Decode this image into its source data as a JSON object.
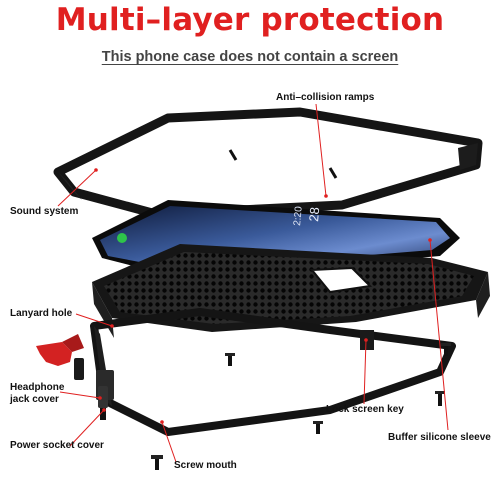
{
  "header": {
    "title": "Multi–layer protection",
    "subtitle": "This phone case does not contain a screen"
  },
  "phone_screen": {
    "date": "28",
    "time": "2:20"
  },
  "callouts": {
    "anti_collision": "Anti–collision ramps",
    "sound_system": "Sound system",
    "lanyard_hole": "Lanyard hole",
    "headphone_jack_1": "Headphone",
    "headphone_jack_2": "jack cover",
    "power_socket": "Power socket cover",
    "screw_mouth": "Screw mouth",
    "lock_screen": "Lock screen key",
    "buffer_silicone": "Buffer silicone sleeve"
  },
  "colors": {
    "title": "#e02020",
    "leader_line": "#e02020",
    "lanyard_accent": "#d32222",
    "case_metal": "#1a1a1a"
  }
}
